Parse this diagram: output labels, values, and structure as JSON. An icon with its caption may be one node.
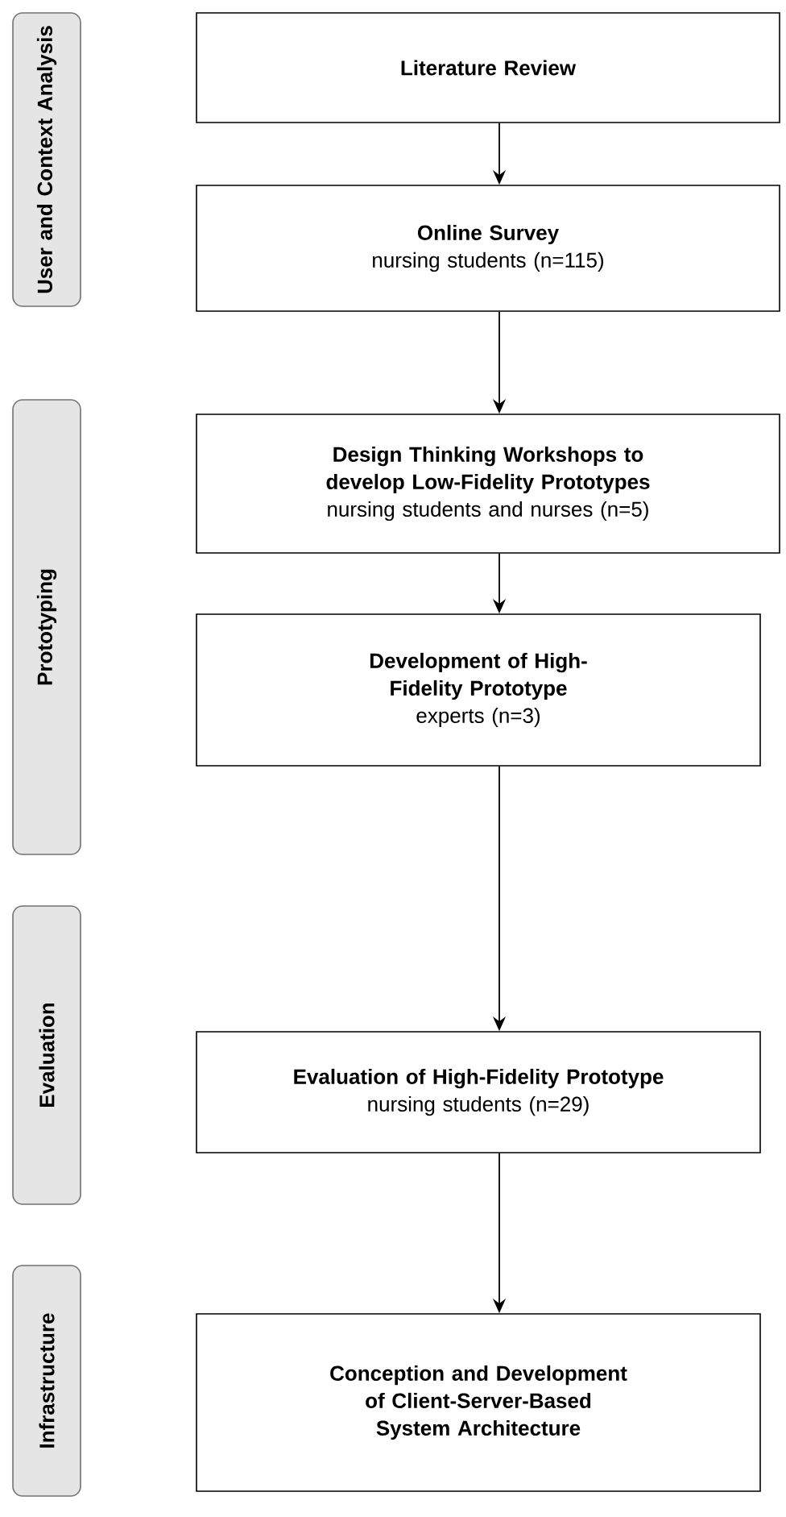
{
  "diagram": {
    "nodes": [
      {
        "text": [
          "User and Context Analysis"
        ]
      },
      {
        "text": [
          "Literature Review"
        ]
      },
      {
        "text": [
          "Online Survey",
          "nursing students (n=115)"
        ]
      },
      {
        "text": [
          "Prototyping"
        ]
      },
      {
        "text": [
          "Design Thinking Workshops to develop Low-Fidelity Prototypes",
          "nursing students and nurses (n=5)"
        ]
      },
      {
        "text": [
          "Development of High-Fidelity Prototype",
          "experts (n=3)"
        ]
      },
      {
        "text": [
          "Evaluation"
        ]
      },
      {
        "text": [
          "Evaluation of High-Fidelity Prototype",
          "nursing students (n=29)"
        ]
      },
      {
        "text": [
          "Infrastructure"
        ]
      },
      {
        "text": [
          "Conception and Development of Client-Server-Based System Architecture"
        ]
      }
    ],
    "edges": [
      {
        "from": 1,
        "to": 2,
        "arrow": "to"
      },
      {
        "from": 2,
        "to": 4,
        "arrow": "to"
      },
      {
        "from": 4,
        "to": 5,
        "arrow": "to"
      },
      {
        "from": 5,
        "to": 7,
        "arrow": "to"
      },
      {
        "from": 7,
        "to": 9,
        "arrow": "to"
      }
    ]
  }
}
